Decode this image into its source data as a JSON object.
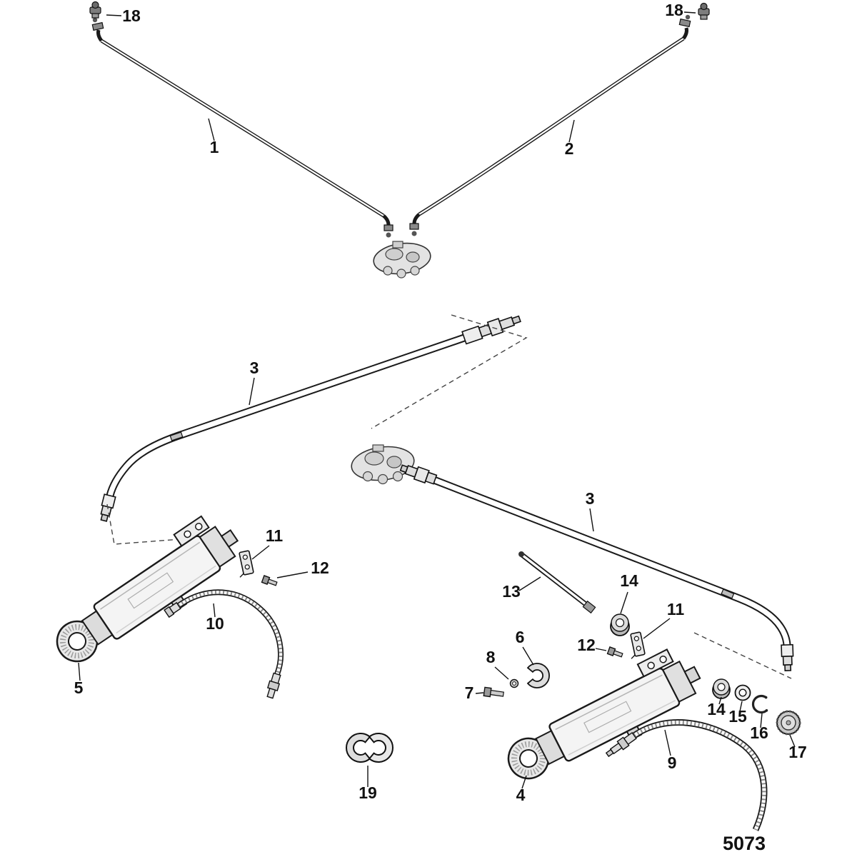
{
  "page": {
    "background": "#ffffff"
  },
  "diagram": {
    "type": "exploded-parts-diagram",
    "drawing_number": "5073",
    "colors": {
      "line": "#1a1a1a",
      "metal_light": "#f4f4f4",
      "metal_mid": "#d9d9d9",
      "metal_dark": "#8a8a8a"
    },
    "callouts": [
      {
        "label": "1",
        "points_to": "hydraulic-line-left"
      },
      {
        "label": "2",
        "points_to": "hydraulic-line-right"
      },
      {
        "label": "3",
        "points_to": "hydraulic-hose-upper"
      },
      {
        "label": "3",
        "points_to": "hydraulic-hose-lower"
      },
      {
        "label": "4",
        "points_to": "cylinder-right"
      },
      {
        "label": "5",
        "points_to": "cylinder-left"
      },
      {
        "label": "6",
        "points_to": "clamp-half"
      },
      {
        "label": "7",
        "points_to": "bolt-small"
      },
      {
        "label": "8",
        "points_to": "washer-small"
      },
      {
        "label": "9",
        "points_to": "braided-hose-right"
      },
      {
        "label": "10",
        "points_to": "braided-hose-left"
      },
      {
        "label": "11",
        "points_to": "bracket-left"
      },
      {
        "label": "11",
        "points_to": "bracket-right"
      },
      {
        "label": "12",
        "points_to": "bolt-left"
      },
      {
        "label": "12",
        "points_to": "bolt-right"
      },
      {
        "label": "13",
        "points_to": "rod"
      },
      {
        "label": "14",
        "points_to": "bushing-upper"
      },
      {
        "label": "14",
        "points_to": "bushing-lower"
      },
      {
        "label": "15",
        "points_to": "washer-ring"
      },
      {
        "label": "16",
        "points_to": "snap-ring"
      },
      {
        "label": "17",
        "points_to": "end-cap"
      },
      {
        "label": "18",
        "points_to": "fitting-left"
      },
      {
        "label": "18",
        "points_to": "fitting-right"
      },
      {
        "label": "19",
        "points_to": "clamp-pair"
      }
    ]
  }
}
